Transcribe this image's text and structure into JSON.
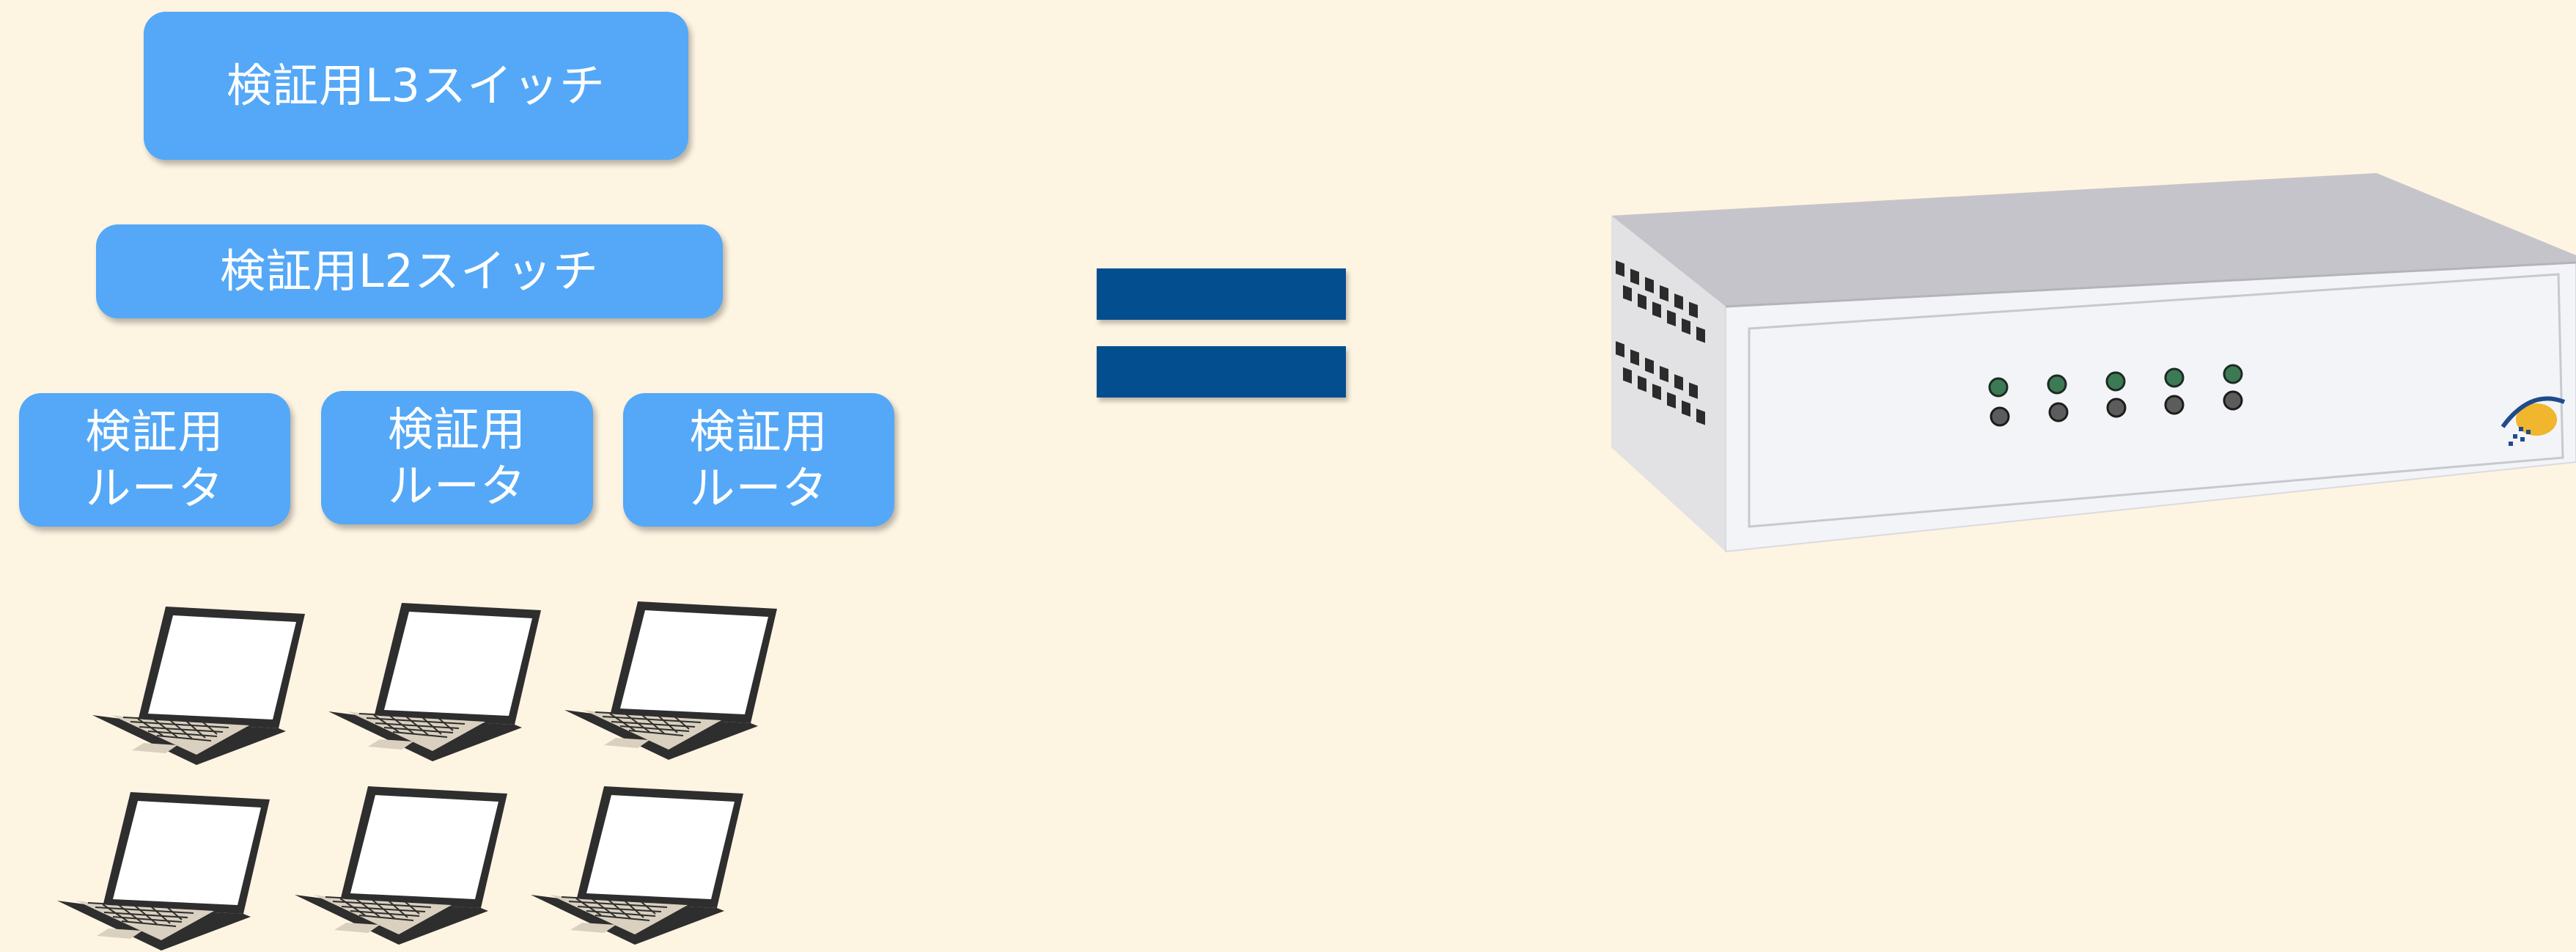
{
  "diagram": {
    "l3_switch_label": "検証用L3スイッチ",
    "l2_switch_label": "検証用L2スイッチ",
    "routers": [
      {
        "label": "検証用\nルータ"
      },
      {
        "label": "検証用\nルータ"
      },
      {
        "label": "検証用\nルータ"
      }
    ],
    "equals_sign": "=",
    "colors": {
      "background": "#fef4e2",
      "box_fill": "#54a8f7",
      "box_text": "#ffffff",
      "equals": "#034e8f",
      "laptop": "#2e2e2e"
    },
    "icons": [
      "laptop-icon",
      "network-appliance-image",
      "brand-logo"
    ]
  }
}
